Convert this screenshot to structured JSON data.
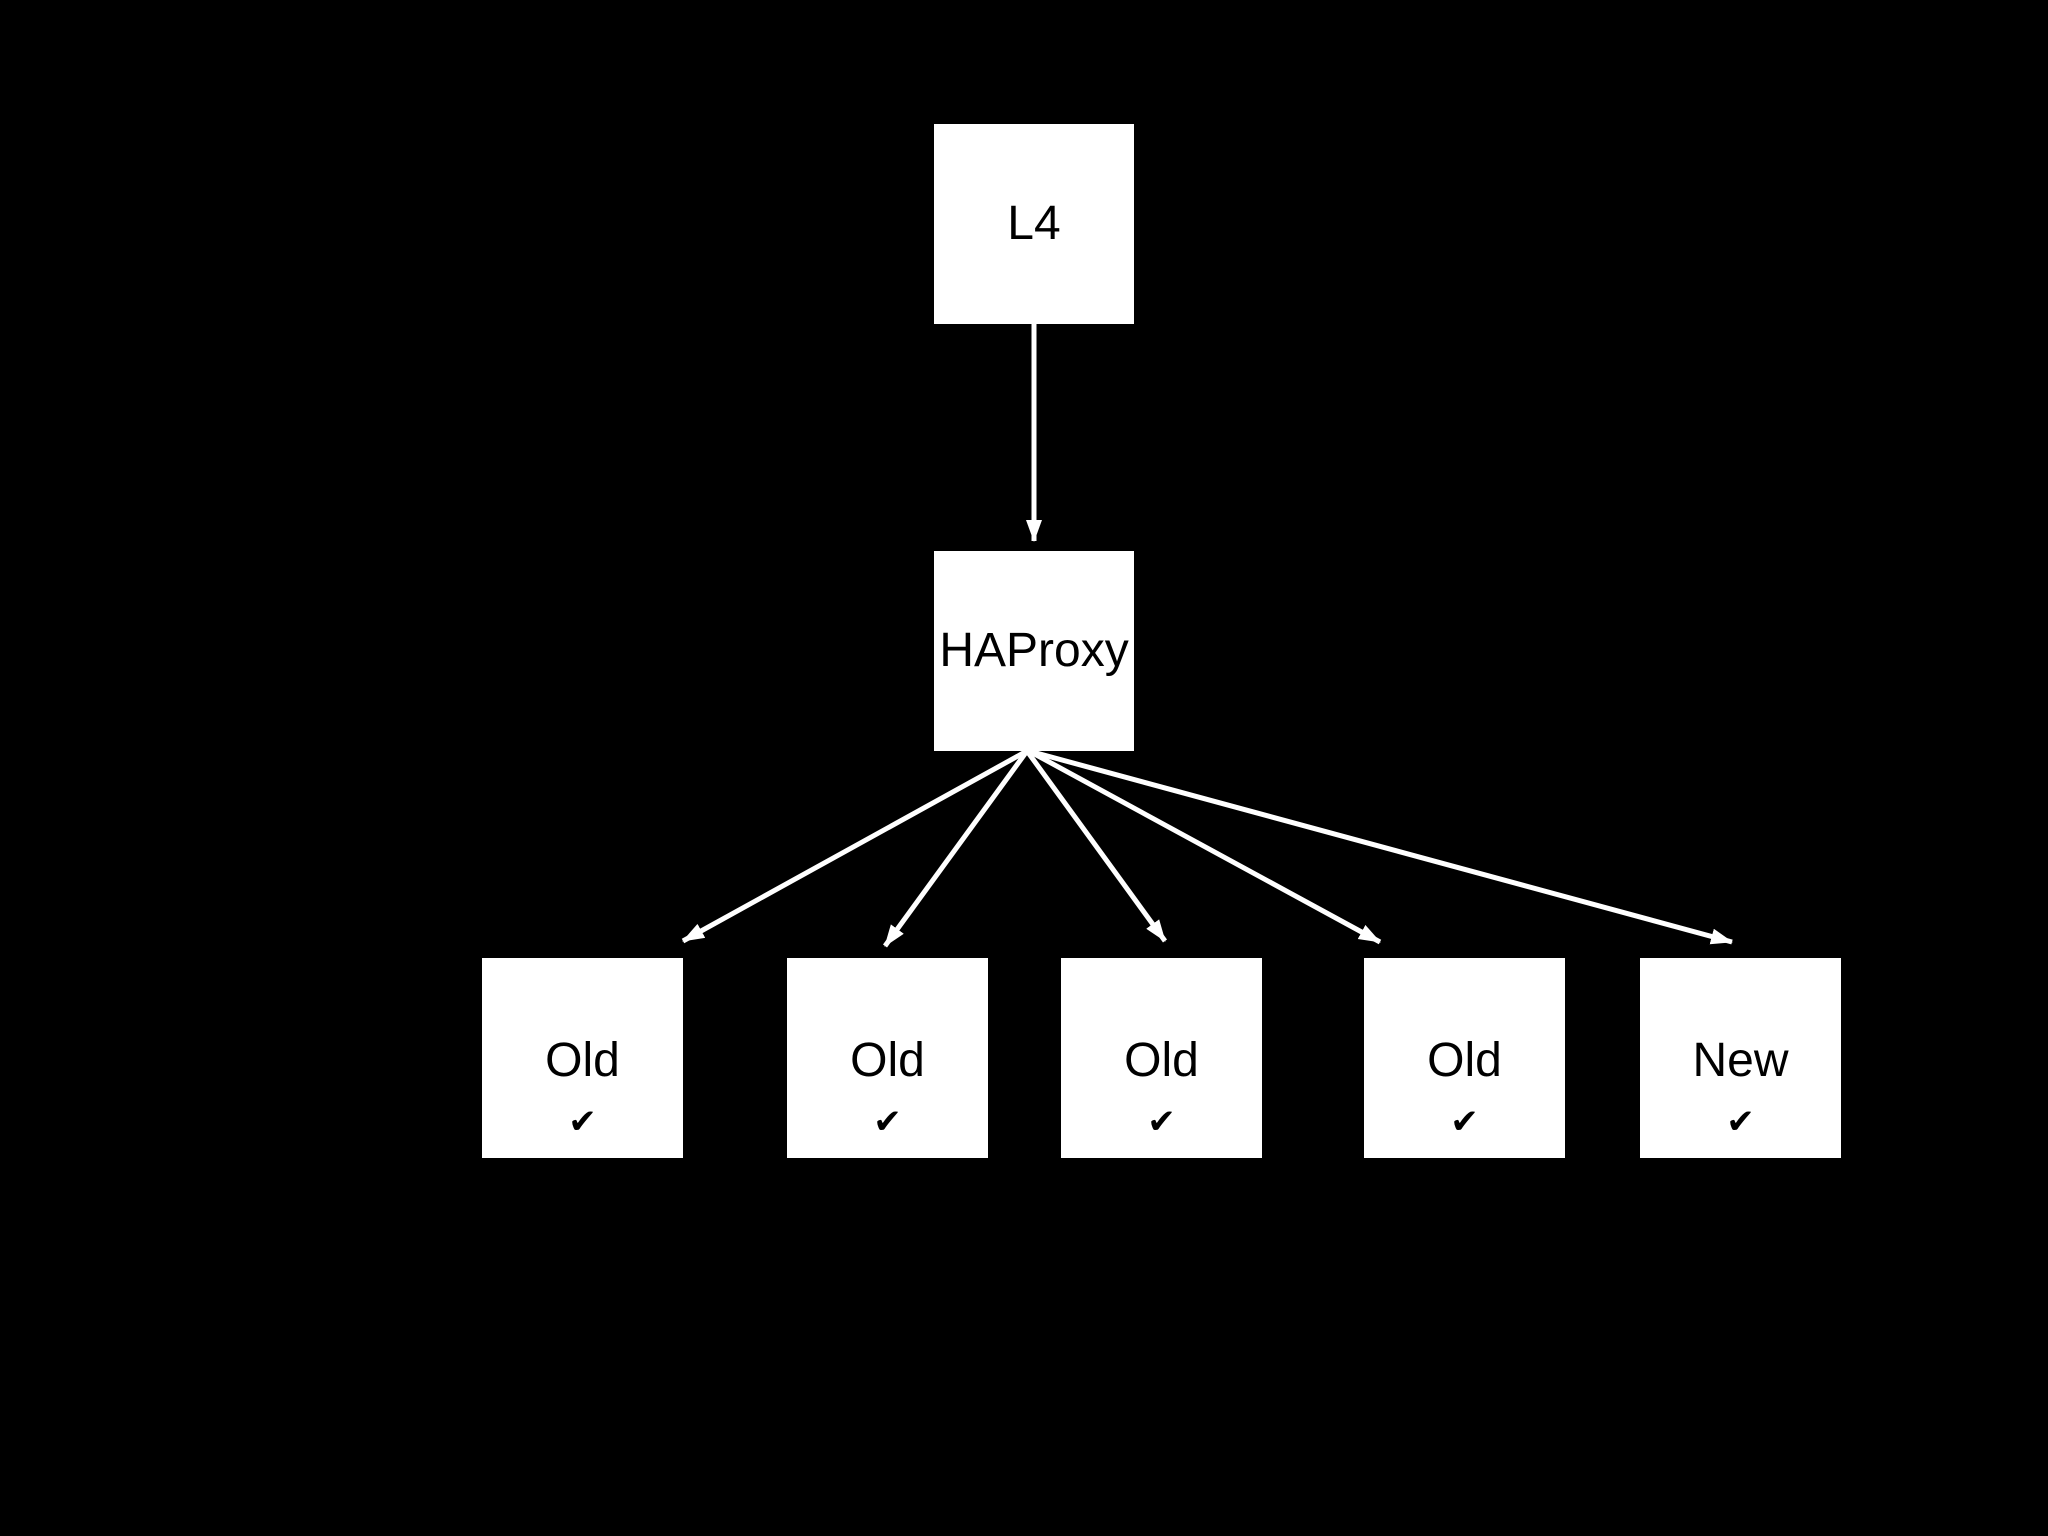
{
  "diagram": {
    "colors": {
      "background": "#000000",
      "node_fill": "#ffffff",
      "node_text": "#000000",
      "arrow": "#ffffff"
    },
    "nodes": {
      "l4": {
        "label": "L4"
      },
      "haproxy": {
        "label": "HAProxy"
      },
      "backends": [
        {
          "label": "Old",
          "check": "✔"
        },
        {
          "label": "Old",
          "check": "✔"
        },
        {
          "label": "Old",
          "check": "✔"
        },
        {
          "label": "Old",
          "check": "✔"
        },
        {
          "label": "New",
          "check": "✔"
        }
      ]
    }
  }
}
